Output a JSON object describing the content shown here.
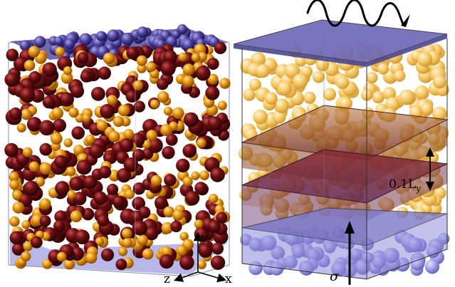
{
  "axes": {
    "y": "y",
    "z": "z",
    "x": "x"
  },
  "thickness_label": "0.1L",
  "thickness_subscript": "y",
  "stress_label": "σ",
  "colors": {
    "dark_sphere": "#5e0a0c",
    "orange_sphere": "#e8930f",
    "pale_sphere": "#f5c86a",
    "blue_layer": "#7c78c8",
    "brown_band": "#8a4a34",
    "maroon_band": "#7a2a3c"
  }
}
